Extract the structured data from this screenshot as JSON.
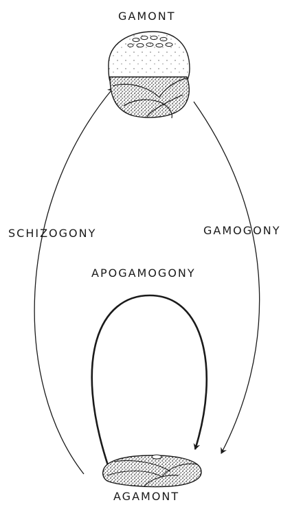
{
  "labels": {
    "gamont": "GAMONT",
    "agamont": "AGAMONT",
    "schizogony": "SCHIZOGONY",
    "gamogony": "GAMOGONY",
    "apogamogony": "APOGAMOGONY"
  },
  "colors": {
    "ink": "#1a1a1a",
    "background": "#ffffff"
  }
}
